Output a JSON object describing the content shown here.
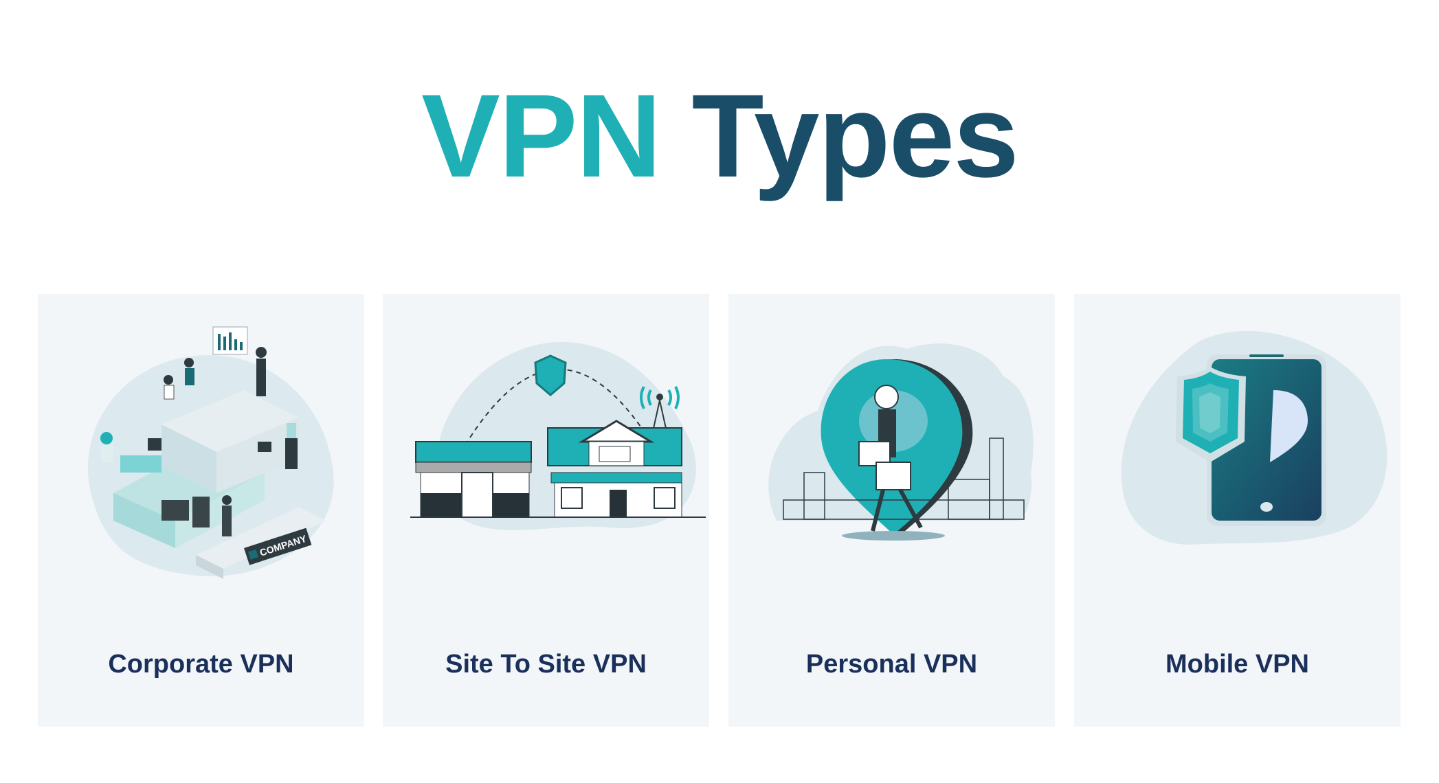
{
  "title": {
    "part1": "VPN",
    "part2": "Types"
  },
  "colors": {
    "accent": "#1eb0b4",
    "dark": "#1a4d68",
    "label": "#1a2f5a",
    "card_bg": "#f2f6f9"
  },
  "cards": [
    {
      "label": "Corporate VPN",
      "icon": "office-illustration",
      "sign_text": "COMPANY"
    },
    {
      "label": "Site To Site VPN",
      "icon": "site-to-site-illustration"
    },
    {
      "label": "Personal  VPN",
      "icon": "personal-location-illustration"
    },
    {
      "label": "Mobile VPN",
      "icon": "mobile-shield-illustration"
    }
  ]
}
